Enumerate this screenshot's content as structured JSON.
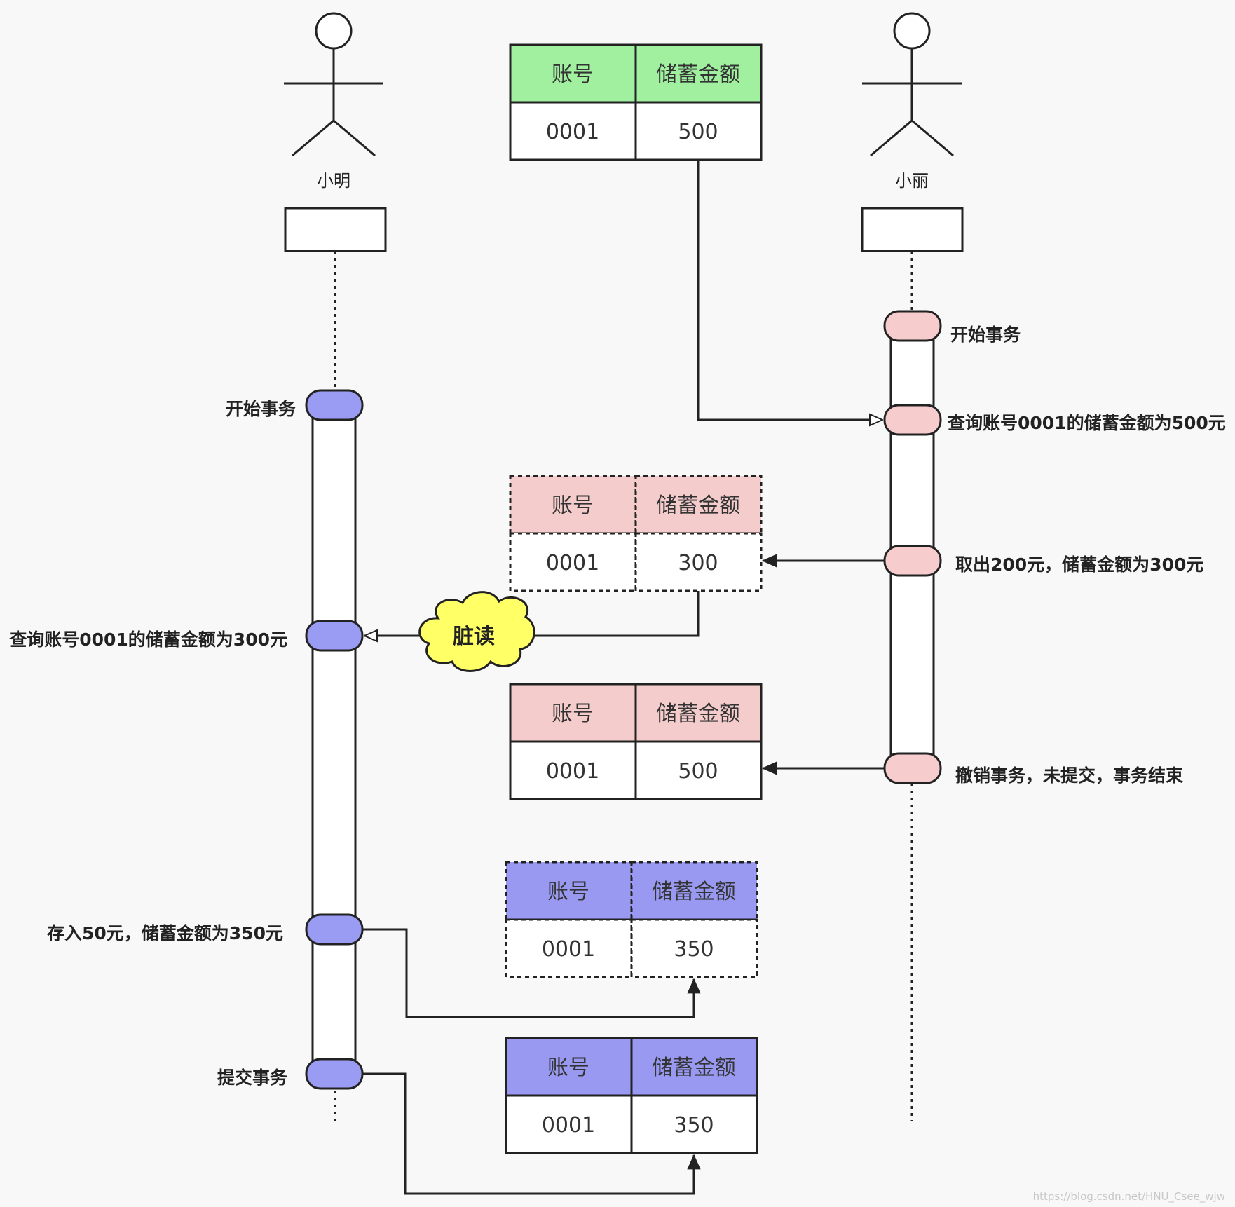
{
  "actors": {
    "left": {
      "name": "小明"
    },
    "right": {
      "name": "小丽"
    }
  },
  "colors": {
    "green_header": "#a0f0a0",
    "pink_header": "#f5cccc",
    "blue_header": "#9999f2",
    "pink_event": "#f6cccc",
    "blue_event": "#9a9cf3",
    "cloud": "#ffff66"
  },
  "tables": {
    "t1": {
      "col1": "账号",
      "col2": "储蓄金额",
      "account": "0001",
      "amount": "500"
    },
    "t2": {
      "col1": "账号",
      "col2": "储蓄金额",
      "account": "0001",
      "amount": "300"
    },
    "t3": {
      "col1": "账号",
      "col2": "储蓄金额",
      "account": "0001",
      "amount": "500"
    },
    "t4": {
      "col1": "账号",
      "col2": "储蓄金额",
      "account": "0001",
      "amount": "350"
    },
    "t5": {
      "col1": "账号",
      "col2": "储蓄金额",
      "account": "0001",
      "amount": "350"
    }
  },
  "events": {
    "right_start": "开始事务",
    "right_query": "查询账号0001的储蓄金额为500元",
    "right_withdraw": "取出200元，储蓄金额为300元",
    "right_rollback": "撤销事务，未提交，事务结束",
    "left_start": "开始事务",
    "left_query": "查询账号0001的储蓄金额为300元",
    "left_deposit": "存入50元，储蓄金额为350元",
    "left_commit": "提交事务"
  },
  "dirty_read": "脏读",
  "watermark": "https://blog.csdn.net/HNU_Csee_wjw"
}
